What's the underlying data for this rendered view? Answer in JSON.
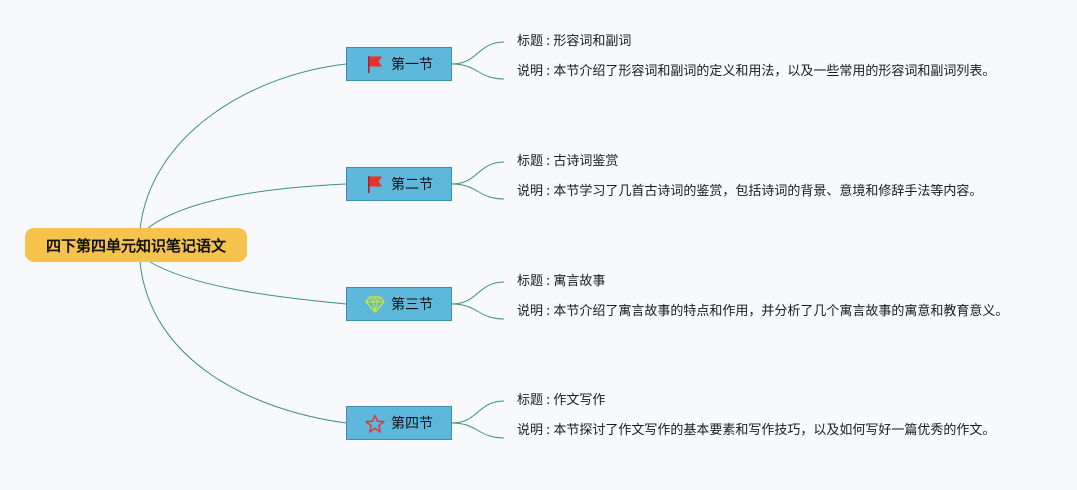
{
  "root": {
    "label": "四下第四单元知识笔记语文"
  },
  "sections": [
    {
      "label": "第一节",
      "icon": "red-flag-icon",
      "title_key": "标题",
      "title_value": "形容词和副词",
      "desc_key": "说明",
      "desc_value": "本节介绍了形容词和副词的定义和用法，以及一些常用的形容词和副词列表。"
    },
    {
      "label": "第二节",
      "icon": "red-flag-icon",
      "title_key": "标题",
      "title_value": "古诗词鉴赏",
      "desc_key": "说明",
      "desc_value": "本节学习了几首古诗词的鉴赏，包括诗词的背景、意境和修辞手法等内容。"
    },
    {
      "label": "第三节",
      "icon": "diamond-icon",
      "title_key": "标题",
      "title_value": "寓言故事",
      "desc_key": "说明",
      "desc_value": "本节介绍了寓言故事的特点和作用，并分析了几个寓言故事的寓意和教育意义。"
    },
    {
      "label": "第四节",
      "icon": "star-icon",
      "title_key": "标题",
      "title_value": "作文写作",
      "desc_key": "说明",
      "desc_value": "本节探讨了作文写作的基本要素和写作技巧，以及如何写好一篇优秀的作文。"
    }
  ],
  "colors": {
    "root_fill": "#f5c24c",
    "section_fill": "#5db8dc",
    "edge": "#3c8f7c",
    "flag": "#e5322d",
    "diamond": "#c7e23c",
    "star": "#e5322d"
  }
}
